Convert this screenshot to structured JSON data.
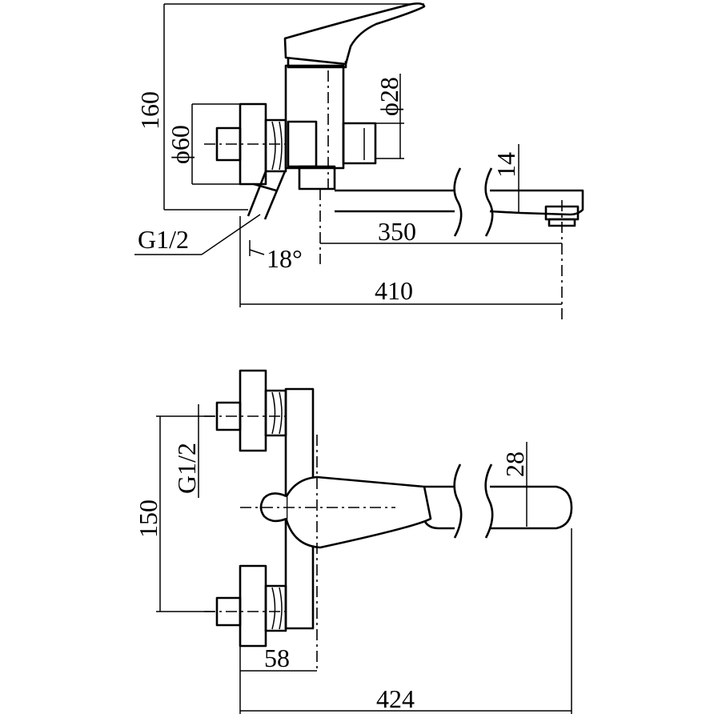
{
  "top_view": {
    "dim_height": "160",
    "dim_diameter_60": "ϕ60",
    "dim_diameter_28": "ϕ28",
    "dim_spout_height": "14",
    "dim_thread": "G1/2",
    "dim_spout_length": "350",
    "dim_angle": "18°",
    "dim_total_length": "410"
  },
  "bottom_view": {
    "dim_inlet_spacing": "150",
    "dim_thread": "G1/2",
    "dim_spout_width": "28",
    "dim_body_offset": "58",
    "dim_total_length": "424"
  }
}
